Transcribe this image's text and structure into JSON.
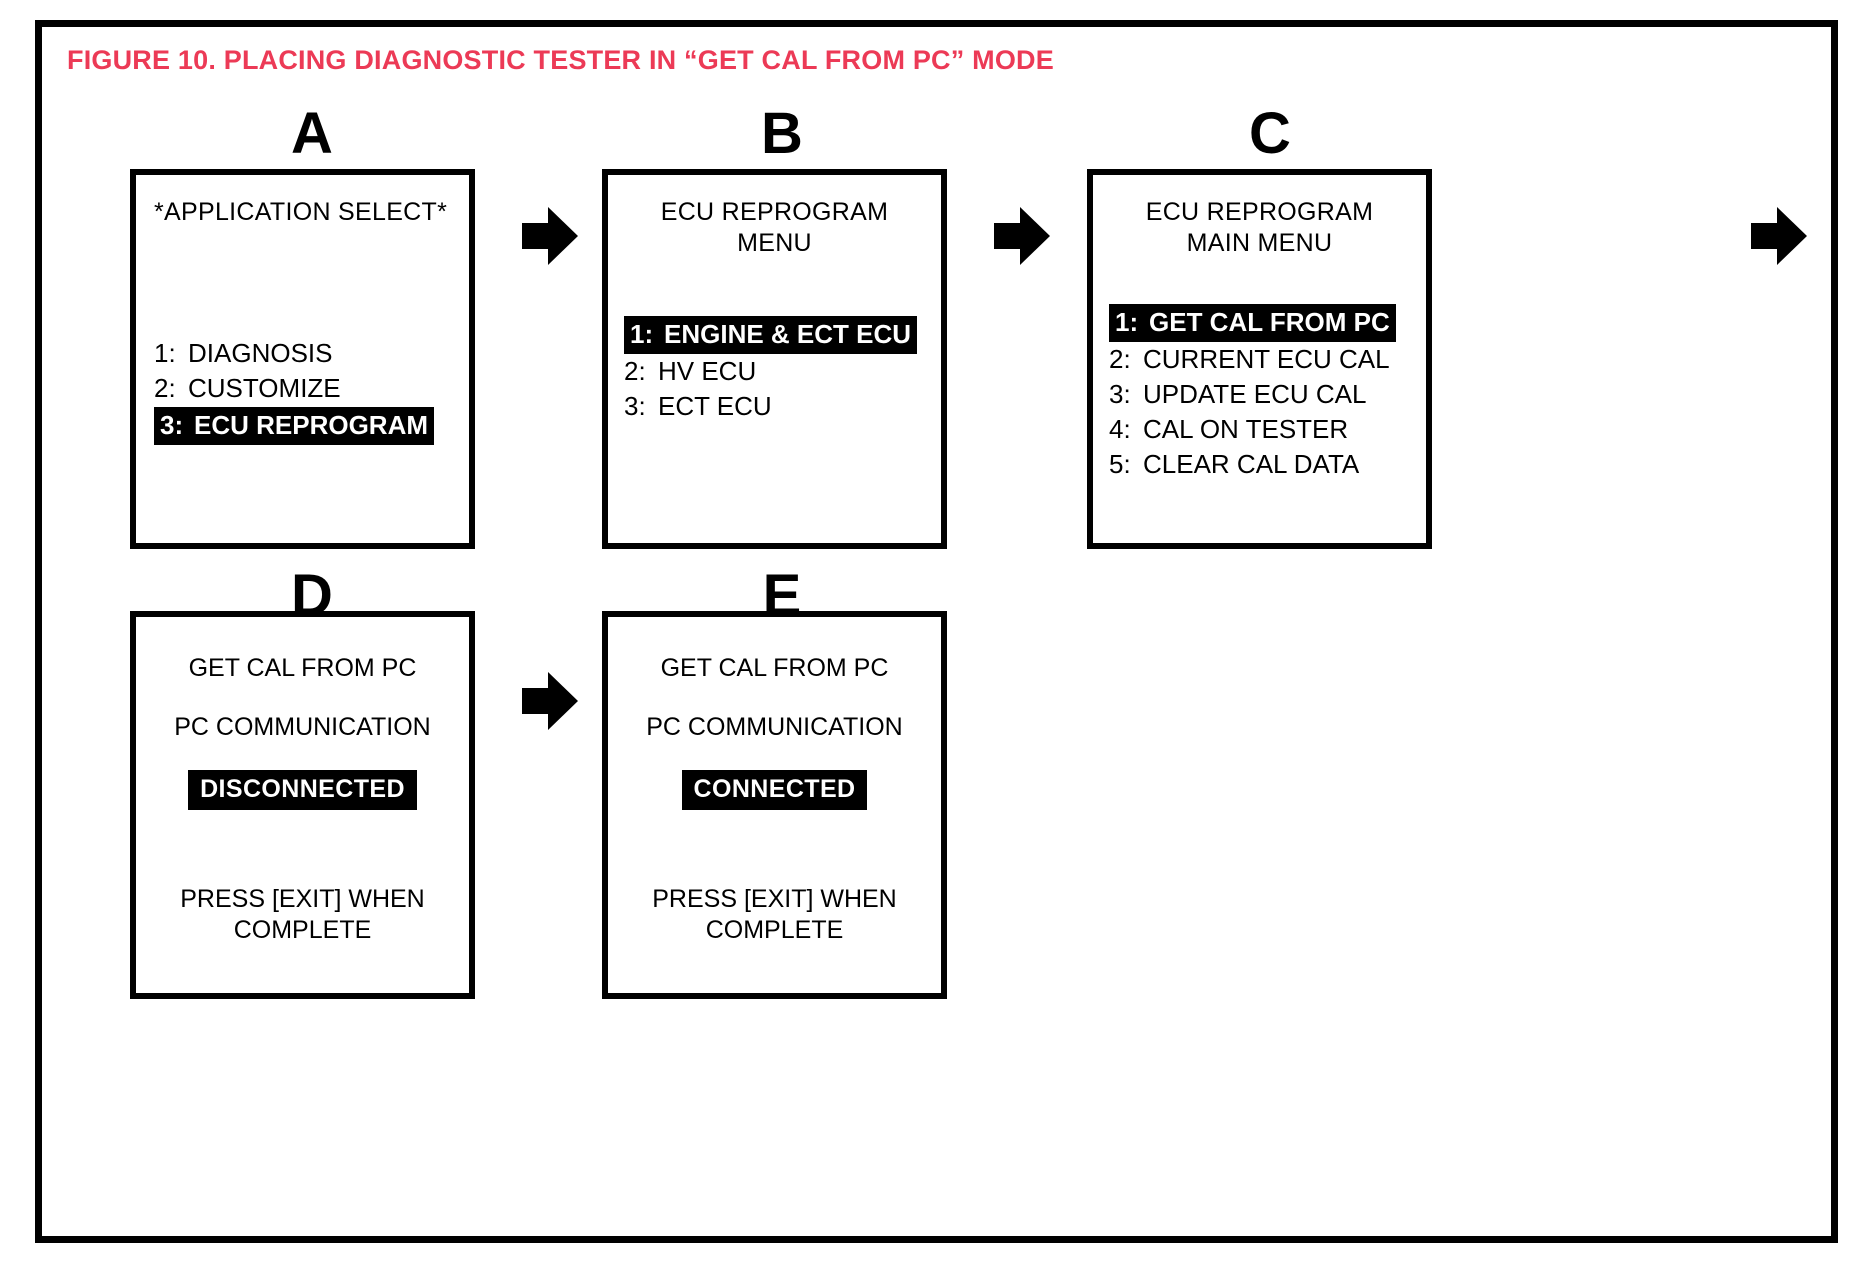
{
  "figure": {
    "title": "FIGURE 10.  PLACING DIAGNOSTIC TESTER IN “GET CAL FROM PC” MODE",
    "title_color": "#ec3a56",
    "frame_color": "#000000",
    "background": "#ffffff"
  },
  "panels": [
    {
      "letter": "A",
      "header": "*APPLICATION SELECT*",
      "header_align": "left",
      "menu": [
        {
          "index": "1:",
          "label": "DIAGNOSIS",
          "selected": false
        },
        {
          "index": "2:",
          "label": "CUSTOMIZE",
          "selected": false
        },
        {
          "index": "3:",
          "label": "ECU REPROGRAM",
          "selected": true
        }
      ]
    },
    {
      "letter": "B",
      "header": "ECU REPROGRAM\nMENU",
      "header_align": "center",
      "menu": [
        {
          "index": "1:",
          "label": "ENGINE & ECT ECU",
          "selected": true
        },
        {
          "index": "2:",
          "label": "HV ECU",
          "selected": false
        },
        {
          "index": "3:",
          "label": "ECT ECU",
          "selected": false
        }
      ]
    },
    {
      "letter": "C",
      "header": "ECU REPROGRAM\nMAIN MENU",
      "header_align": "center",
      "menu": [
        {
          "index": "1:",
          "label": "GET CAL FROM PC",
          "selected": true
        },
        {
          "index": "2:",
          "label": "CURRENT ECU CAL",
          "selected": false
        },
        {
          "index": "3:",
          "label": "UPDATE ECU CAL",
          "selected": false
        },
        {
          "index": "4:",
          "label": "CAL ON TESTER",
          "selected": false
        },
        {
          "index": "5:",
          "label": "CLEAR CAL DATA",
          "selected": false
        }
      ]
    },
    {
      "letter": "D",
      "header": "GET CAL FROM PC",
      "subheader": "PC COMMUNICATION",
      "status": "DISCONNECTED",
      "footer": "PRESS [EXIT] WHEN\nCOMPLETE"
    },
    {
      "letter": "E",
      "header": "GET CAL FROM PC",
      "subheader": "PC COMMUNICATION",
      "status": "CONNECTED",
      "footer": "PRESS [EXIT] WHEN\nCOMPLETE"
    }
  ],
  "arrows": [
    {
      "name": "arrow-a-to-b",
      "direction": "right"
    },
    {
      "name": "arrow-b-to-c",
      "direction": "right"
    },
    {
      "name": "arrow-c-to-d",
      "direction": "right"
    },
    {
      "name": "arrow-d-to-e",
      "direction": "right"
    }
  ]
}
